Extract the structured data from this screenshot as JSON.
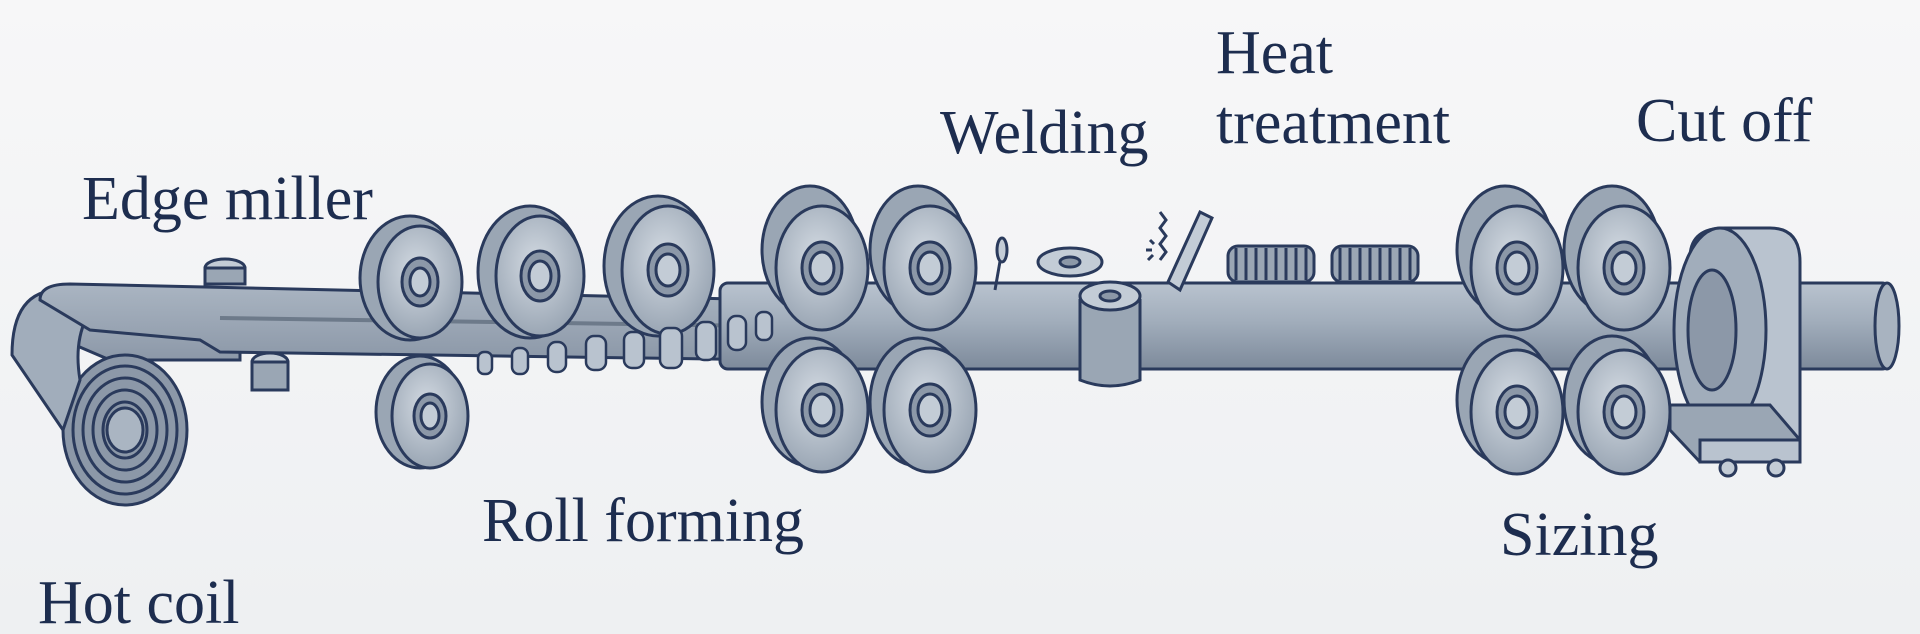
{
  "labels": {
    "edge_miller": "Edge miller",
    "hot_coil": "Hot coil",
    "roll_forming": "Roll forming",
    "welding": "Welding",
    "heat_treatment": "Heat\ntreatment",
    "cut_off": "Cut off",
    "sizing": "Sizing"
  },
  "colors": {
    "metal_fill": "#9aa6b4",
    "metal_light": "#c3ccd6",
    "metal_dark": "#6d7a8a",
    "outline": "#2a3a5c",
    "text": "#1d2d4f"
  }
}
